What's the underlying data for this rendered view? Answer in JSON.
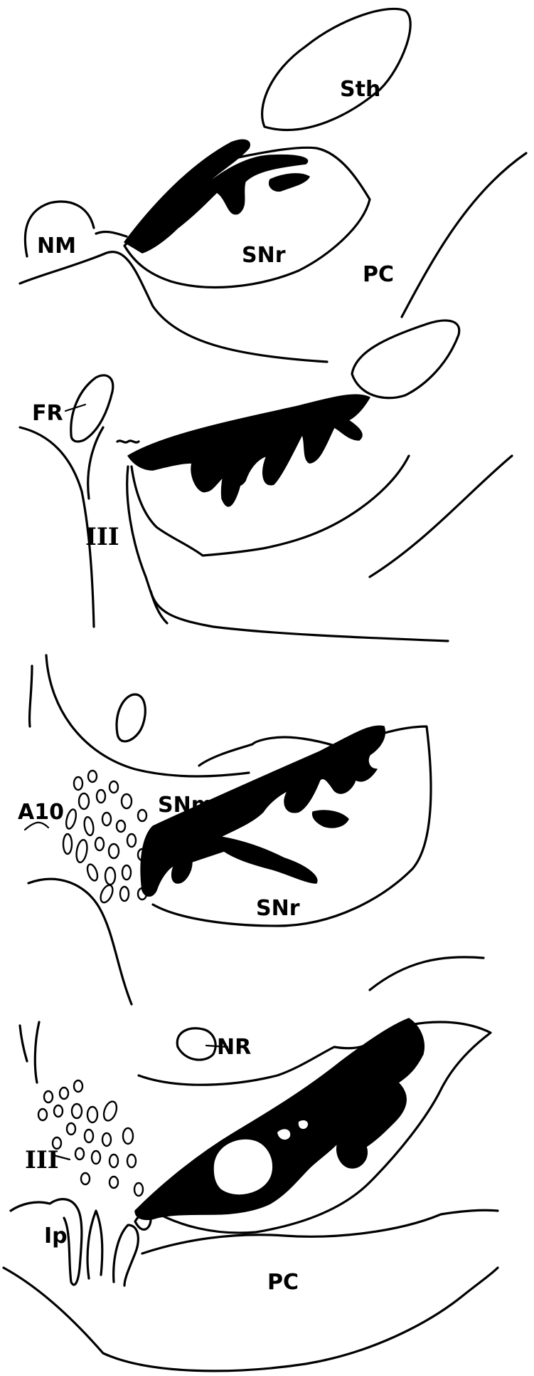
{
  "panels": [
    {
      "id": "panel-1",
      "labels": {
        "sth": "Sth",
        "nm": "NM",
        "snr": "SNr",
        "pc": "PC"
      }
    },
    {
      "id": "panel-2",
      "labels": {
        "fr": "FR",
        "iii": "III"
      }
    },
    {
      "id": "panel-3",
      "labels": {
        "a10": "A10",
        "snm": "SNm",
        "snr": "SNr"
      }
    },
    {
      "id": "panel-4",
      "labels": {
        "nr": "NR",
        "iii": "III",
        "ip": "Ip",
        "pc": "PC"
      }
    }
  ],
  "colors": {
    "ink": "#000000",
    "paper": "#ffffff"
  }
}
